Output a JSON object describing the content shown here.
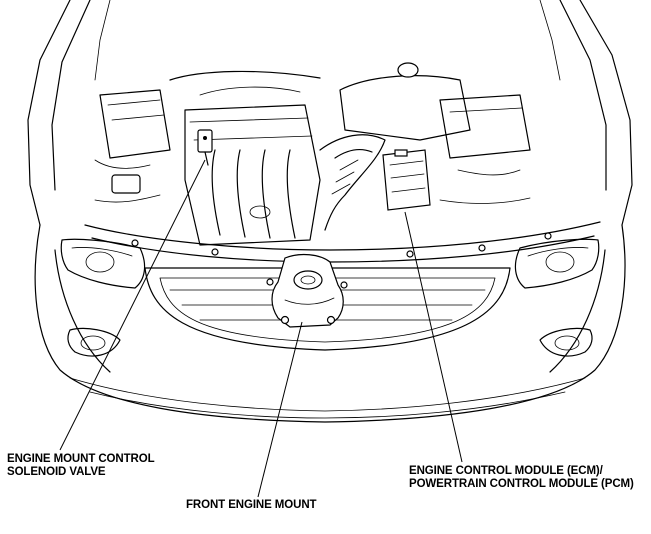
{
  "callouts": {
    "solenoid_line1": "ENGINE MOUNT CONTROL",
    "solenoid_line2": "SOLENOID VALVE",
    "front_mount": "FRONT ENGINE MOUNT",
    "ecm_line1": "ENGINE CONTROL MODULE (ECM)/",
    "ecm_line2": "POWERTRAIN CONTROL MODULE (PCM)"
  },
  "colors": {
    "line": "#000000",
    "background": "#ffffff"
  }
}
